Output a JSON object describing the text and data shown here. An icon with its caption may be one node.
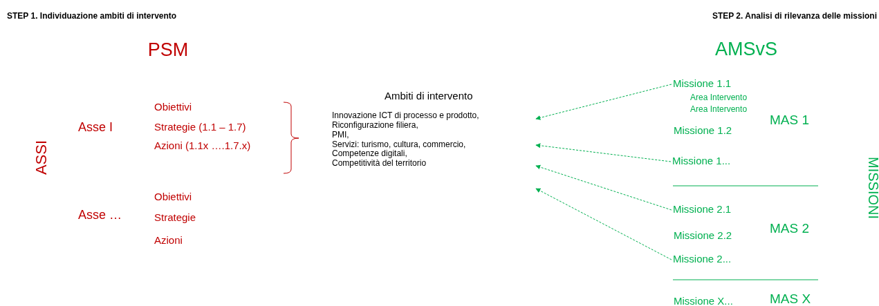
{
  "diagram": {
    "nodes": [
      {
        "text": [
          "Ambiti di intervento",
          "Innovazione ICT di processo e prodotto,",
          "Riconfigurazione filiera,",
          "PMI,",
          "Servizi: turismo, cultura, commercio,",
          "Competenze digitali,",
          "Competitività del territorio"
        ]
      },
      {
        "text": [
          "Missione 1.1"
        ]
      },
      {
        "text": [
          "Missione 1..."
        ]
      },
      {
        "text": [
          "Missione 2.1"
        ]
      },
      {
        "text": [
          "Missione 2..."
        ]
      }
    ],
    "edges": [
      {
        "from": 1,
        "to": 0,
        "arrow": "to",
        "style": "dashed",
        "color": "#00b050"
      },
      {
        "from": 2,
        "to": 0,
        "arrow": "to",
        "style": "dashed",
        "color": "#00b050"
      },
      {
        "from": 3,
        "to": 0,
        "arrow": "to",
        "style": "dashed",
        "color": "#00b050"
      },
      {
        "from": 4,
        "to": 0,
        "arrow": "to",
        "style": "dashed",
        "color": "#00b050"
      }
    ],
    "labels": [
      "STEP 1. Individuazione ambiti di intervento",
      "STEP 2. Analisi di rilevanza delle missioni",
      "PSM",
      "AMSvS",
      "ASSI",
      "Obiettivi",
      "Asse I",
      "Strategie (1.1 – 1.7)",
      "Azioni (1.1x ….1.7.x)",
      "Obiettivi",
      "Asse …",
      "Strategie",
      "Azioni",
      "Area Intervento",
      "Area Intervento",
      "MAS 1",
      "Missione 1.2",
      "MISSIONI",
      "MAS 2",
      "Missione 2.2",
      "Missione X...",
      "MAS X"
    ]
  }
}
